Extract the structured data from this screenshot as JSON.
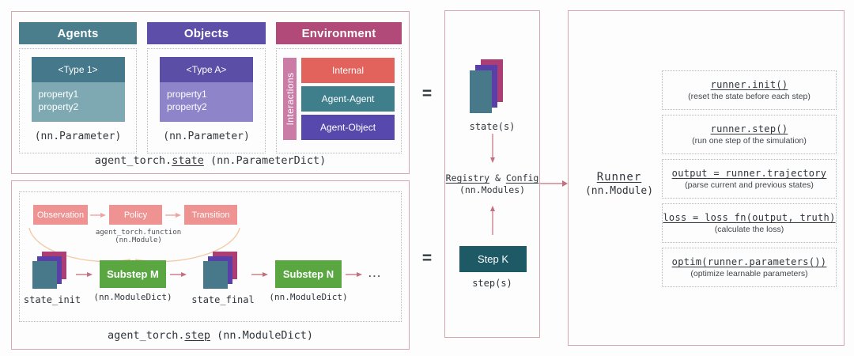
{
  "state_panel": {
    "caption_prefix": "agent_torch.",
    "caption_keyword": "state",
    "caption_suffix": " (nn.ParameterDict)",
    "agents": {
      "header": "Agents",
      "type_label": "<Type 1>",
      "property_1": "property1",
      "property_2": "property2",
      "footer": "(nn.Parameter)"
    },
    "objects": {
      "header": "Objects",
      "type_label": "<Type A>",
      "property_1": "property1",
      "property_2": "property2",
      "footer": "(nn.Parameter)"
    },
    "environment": {
      "header": "Environment",
      "side_label": "Interactions",
      "row_internal": "Internal",
      "row_agent_agent": "Agent-Agent",
      "row_agent_object": "Agent-Object"
    }
  },
  "step_panel": {
    "caption_prefix": "agent_torch.",
    "caption_keyword": "step",
    "caption_suffix": " (nn.ModuleDict)",
    "box_observation": "Observation",
    "box_policy": "Policy",
    "box_transition": "Transition",
    "function_caption": "agent_torch.function (nn.Module)",
    "state_init_label": "state_init",
    "substep_m_label": "Substep M",
    "substep_m_sub": "(nn.ModuleDict)",
    "state_final_label": "state_final",
    "substep_n_label": "Substep N",
    "substep_n_sub": "(nn.ModuleDict)",
    "ellipsis": "..."
  },
  "equals_top": "=",
  "equals_bottom": "=",
  "middle_panel": {
    "state_label": "state(s)",
    "registry_word": "Registry",
    "registry_amp": " & ",
    "config_word": "Config",
    "registry_sub": "(nn.Modules)",
    "step_k_label": "Step K",
    "step_label": "step(s)"
  },
  "runner_panel": {
    "title": "Runner",
    "subtitle": "(nn.Module)",
    "methods": [
      {
        "code": "runner.init()",
        "desc": "(reset the state before each step)"
      },
      {
        "code": "runner.step()",
        "desc": "(run one step of the simulation)"
      },
      {
        "code": "output = runner.trajectory",
        "desc": "(parse current and previous states)"
      },
      {
        "code": "loss = loss_fn(output, truth)",
        "desc": "(calculate the loss)"
      },
      {
        "code": "optim(runner.parameters())",
        "desc": "(optimize learnable parameters)"
      }
    ]
  },
  "colors": {
    "panel_border": "#d5a6ae",
    "teal_header": "#4a7e8c",
    "teal_light": "#7fa9b2",
    "purple_header": "#5d4fa9",
    "purple_light": "#8e84c9",
    "berry_header": "#b14a79",
    "pink_interactions": "#ca7ca7",
    "coral_internal": "#e2625c",
    "teal_row": "#3f7f8c",
    "purple_row": "#5748ae",
    "salmon_function_box": "#ee9292",
    "green_substep": "#5aa742",
    "dark_teal_step_k": "#1e5a66",
    "stack_teal": "#47798b",
    "stack_purple": "#5b3fa9",
    "stack_magenta": "#ad3d75",
    "arrow_rose": "#c4707e",
    "arrow_salmon": "#f0a3a3",
    "curve_peach": "#f2cba6"
  }
}
